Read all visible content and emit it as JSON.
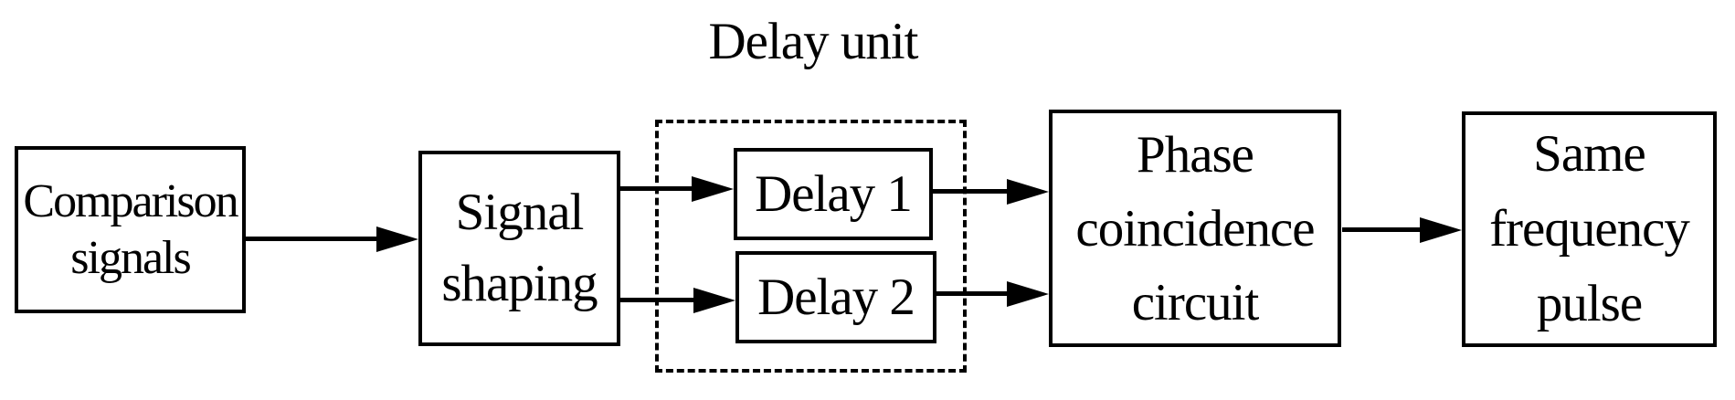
{
  "diagram": {
    "background_color": "#ffffff",
    "line_color": "#000000",
    "group": {
      "label": "Delay unit",
      "style": "dashed"
    },
    "nodes": {
      "comparison": {
        "label": "Comparison signals",
        "lines": [
          "Comparison",
          "signals"
        ]
      },
      "shaping": {
        "label": "Signal shaping",
        "lines": [
          "Signal",
          "shaping"
        ]
      },
      "delay1": {
        "label": "Delay 1",
        "lines": [
          "Delay 1"
        ]
      },
      "delay2": {
        "label": "Delay 2",
        "lines": [
          "Delay 2"
        ]
      },
      "phase": {
        "label": "Phase coincidence circuit",
        "lines": [
          "Phase",
          "coincidence",
          "circuit"
        ]
      },
      "output": {
        "label": "Same frequency pulse",
        "lines": [
          "Same",
          "frequency",
          "pulse"
        ]
      }
    },
    "connections": [
      {
        "from": "Comparison signals",
        "to": "Signal shaping"
      },
      {
        "from": "Signal shaping",
        "to": "Delay 1"
      },
      {
        "from": "Signal shaping",
        "to": "Delay 2"
      },
      {
        "from": "Delay 1",
        "to": "Phase coincidence circuit"
      },
      {
        "from": "Delay 2",
        "to": "Phase coincidence circuit"
      },
      {
        "from": "Phase coincidence circuit",
        "to": "Same frequency pulse"
      }
    ]
  }
}
